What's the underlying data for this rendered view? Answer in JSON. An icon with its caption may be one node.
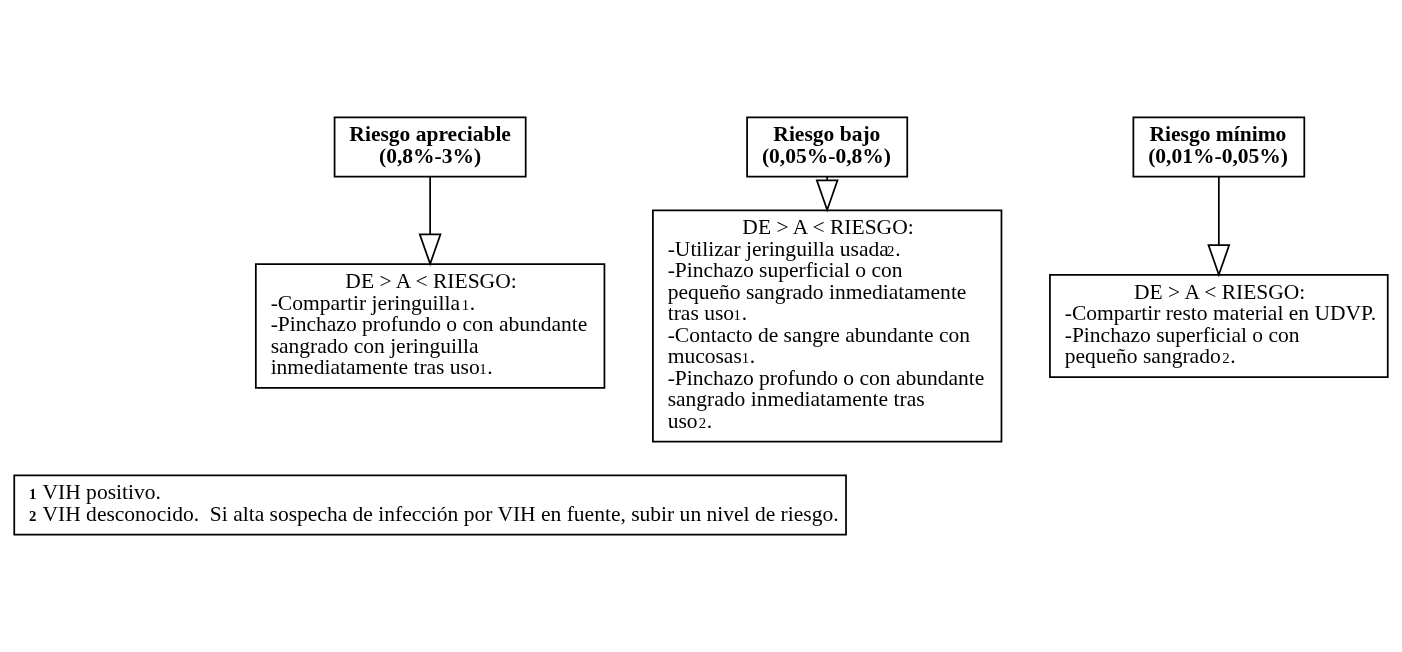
{
  "diagram": {
    "nodes": [
      {
        "text": [
          "Riesgo apreciable",
          "(0,8%-3%)"
        ]
      },
      {
        "text": [
          "Riesgo bajo",
          "(0,05%-0,8%)"
        ]
      },
      {
        "text": [
          "Riesgo mínimo",
          "(0,01%-0,05%)"
        ]
      },
      {
        "text": [
          "DE > A < RIESGO:",
          "-Compartir jeringuilla$^{1}$.",
          "-Pinchazo profundo o con abundante sangrado con jeringuilla inmediatamente tras uso$^{1}$."
        ]
      },
      {
        "text": [
          "DE > A < RIESGO:",
          "-Utilizar jeringuilla usada$^{2}$.",
          "-Pinchazo superficial o con pequeño sangrado inmediatamente tras uso$^{1}$.",
          "-Contacto de sangre abundante con mucosas$^{1}$.",
          "-Pinchazo profundo o con abundante sangrado inmediatamente tras uso$^{2}$."
        ]
      },
      {
        "text": [
          "DE > A < RIESGO:",
          "-Compartir resto material en UDVP.",
          "-Pinchazo superficial o con pequeño sangrado$^{2}$."
        ]
      },
      {
        "text": [
          "**$^{1}$** VIH positivo.",
          "**$^{2}$** VIH desconocido.  Si alta sospecha de infección por VIH en fuente, subir un nivel de riesgo."
        ]
      }
    ],
    "edges": [
      {
        "from": 0,
        "to": 3,
        "arrow": "to"
      },
      {
        "from": 1,
        "to": 4,
        "arrow": "to"
      },
      {
        "from": 2,
        "to": 5,
        "arrow": "to"
      }
    ]
  }
}
